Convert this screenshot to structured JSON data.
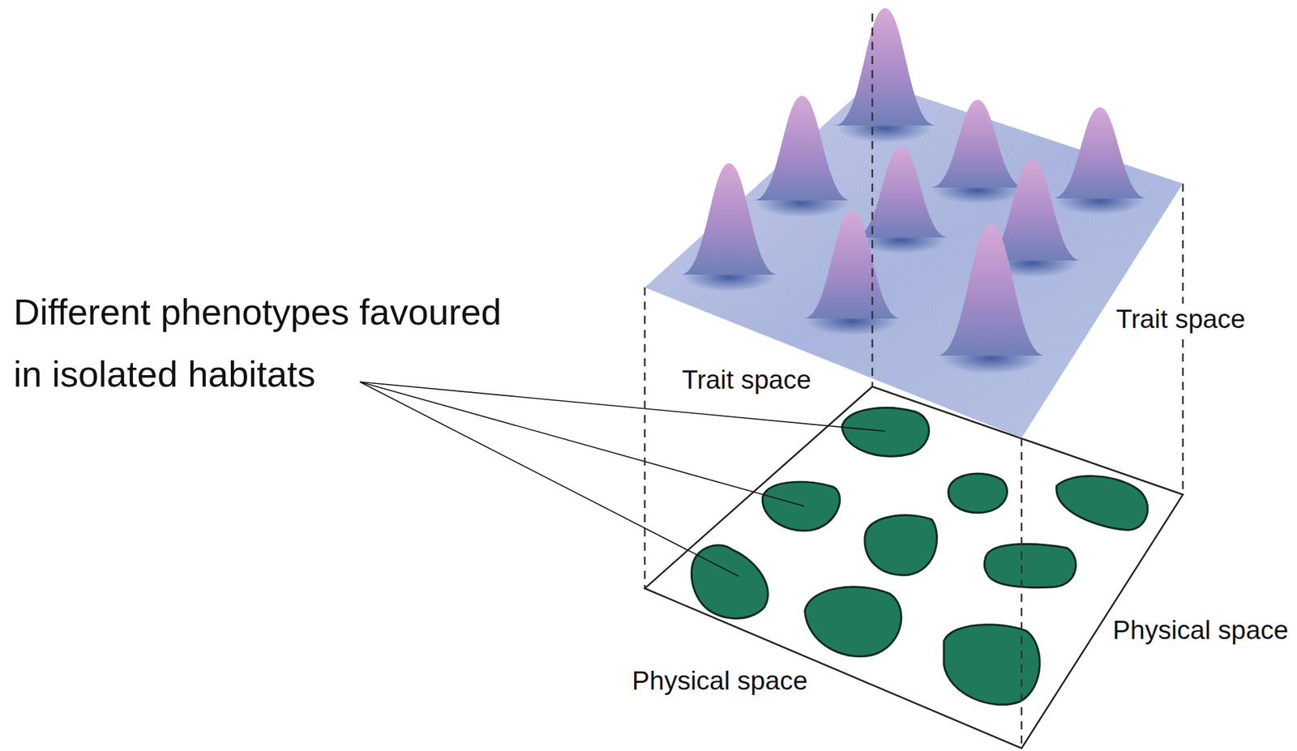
{
  "diagram": {
    "labels": [
      "Different phenotypes favoured in isolated habitats",
      "Trait space",
      "Trait space",
      "Physical space",
      "Physical space"
    ]
  }
}
